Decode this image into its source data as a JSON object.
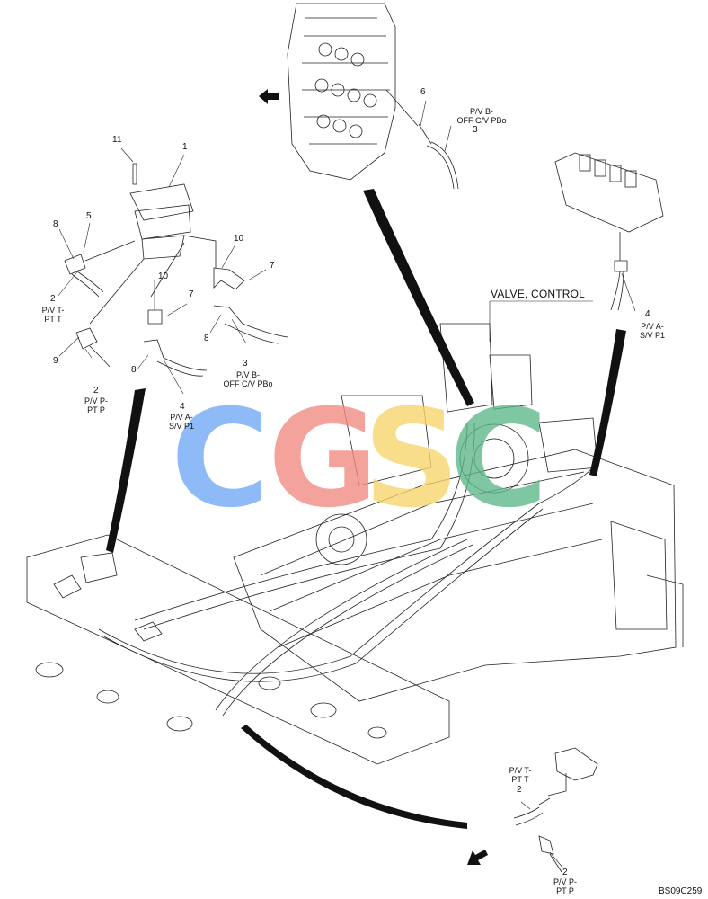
{
  "diagram": {
    "title_valve": "VALVE, CONTROL",
    "figure_code": "BS09C259",
    "labels": {
      "pv_b_top": "P/V B-\nOFF C/V PBo",
      "pv_t_left": "P/V T-\nPT T",
      "pv_p_left": "P/V P-\nPT P",
      "pv_b_mid": "P/V B-\nOFF C/V PBo",
      "pv_a_left": "P/V A-\nS/V P1",
      "pv_a_right": "P/V A-\nS/V P1",
      "pv_t_bottom": "P/V T-\nPT T",
      "pv_p_bottom": "P/V P-\nPT P"
    },
    "callouts": {
      "c6": "6",
      "c3_top": "3",
      "c11": "11",
      "c1": "1",
      "c8a": "8",
      "c5": "5",
      "c10a": "10",
      "c7a": "7",
      "c2_left": "2",
      "c10b": "10",
      "c7b": "7",
      "c8b": "8",
      "c9": "9",
      "c3_mid": "3",
      "c2_lower": "2",
      "c8c": "8",
      "c4_left": "4",
      "c4_right": "4",
      "c2_br": "2",
      "c2_bottom": "2"
    },
    "watermark": {
      "letters": [
        "C",
        "G",
        "S",
        "C"
      ],
      "colors": [
        "#6fa8f5",
        "#f08a80",
        "#f7d56a",
        "#5cb88a"
      ]
    }
  }
}
